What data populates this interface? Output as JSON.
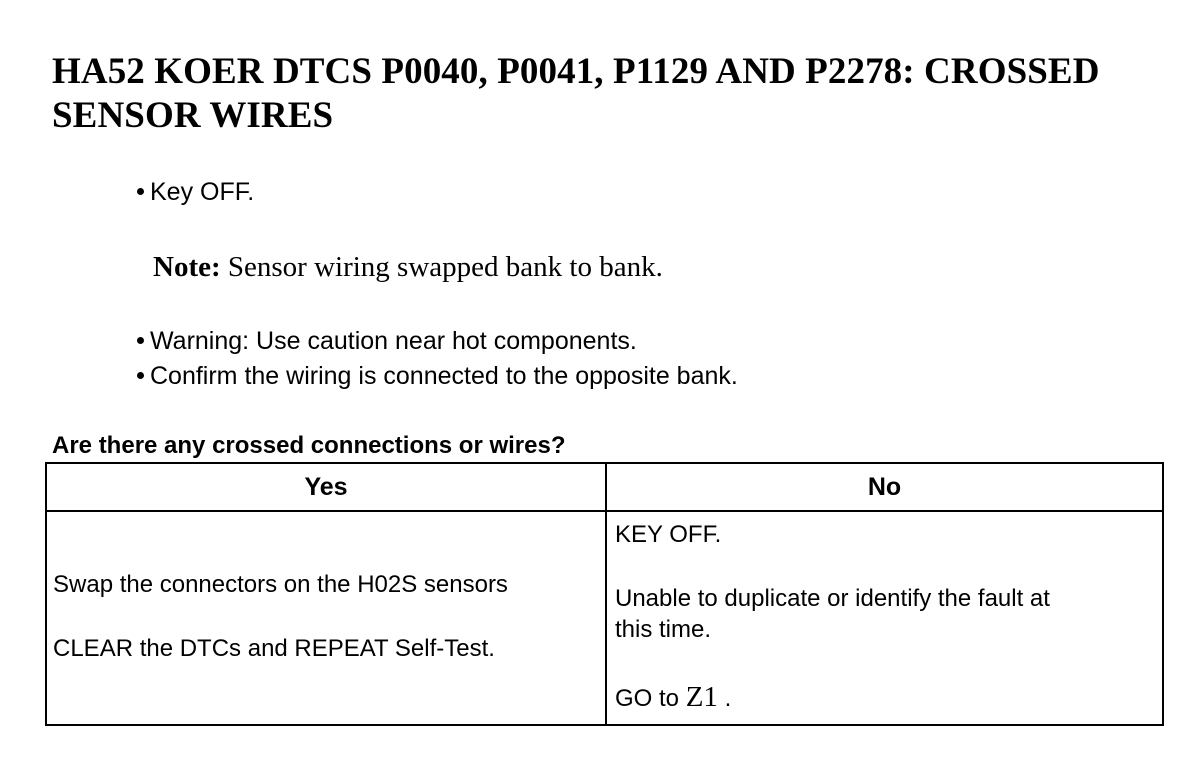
{
  "title": "HA52 KOER DTCS P0040, P0041, P1129 AND P2278: CROSSED SENSOR WIRES",
  "steps_before_note": [
    "Key OFF."
  ],
  "note": {
    "label": "Note:",
    "text": " Sensor wiring swapped bank to bank."
  },
  "steps_after_note": [
    "Warning: Use caution near hot components.",
    "Confirm the wiring is connected to the opposite bank."
  ],
  "question": "Are there any crossed connections or wires?",
  "table": {
    "headers": [
      "Yes",
      "No"
    ],
    "yes": [
      "Swap the connectors on the H02S sensors",
      "CLEAR the DTCs and REPEAT Self-Test."
    ],
    "no": {
      "line1": "KEY OFF.",
      "line2a": "Unable to duplicate or identify the fault at",
      "line2b": "this time.",
      "goto_prefix": "GO to ",
      "goto_target": "Z1",
      "goto_suffix": " ."
    }
  }
}
